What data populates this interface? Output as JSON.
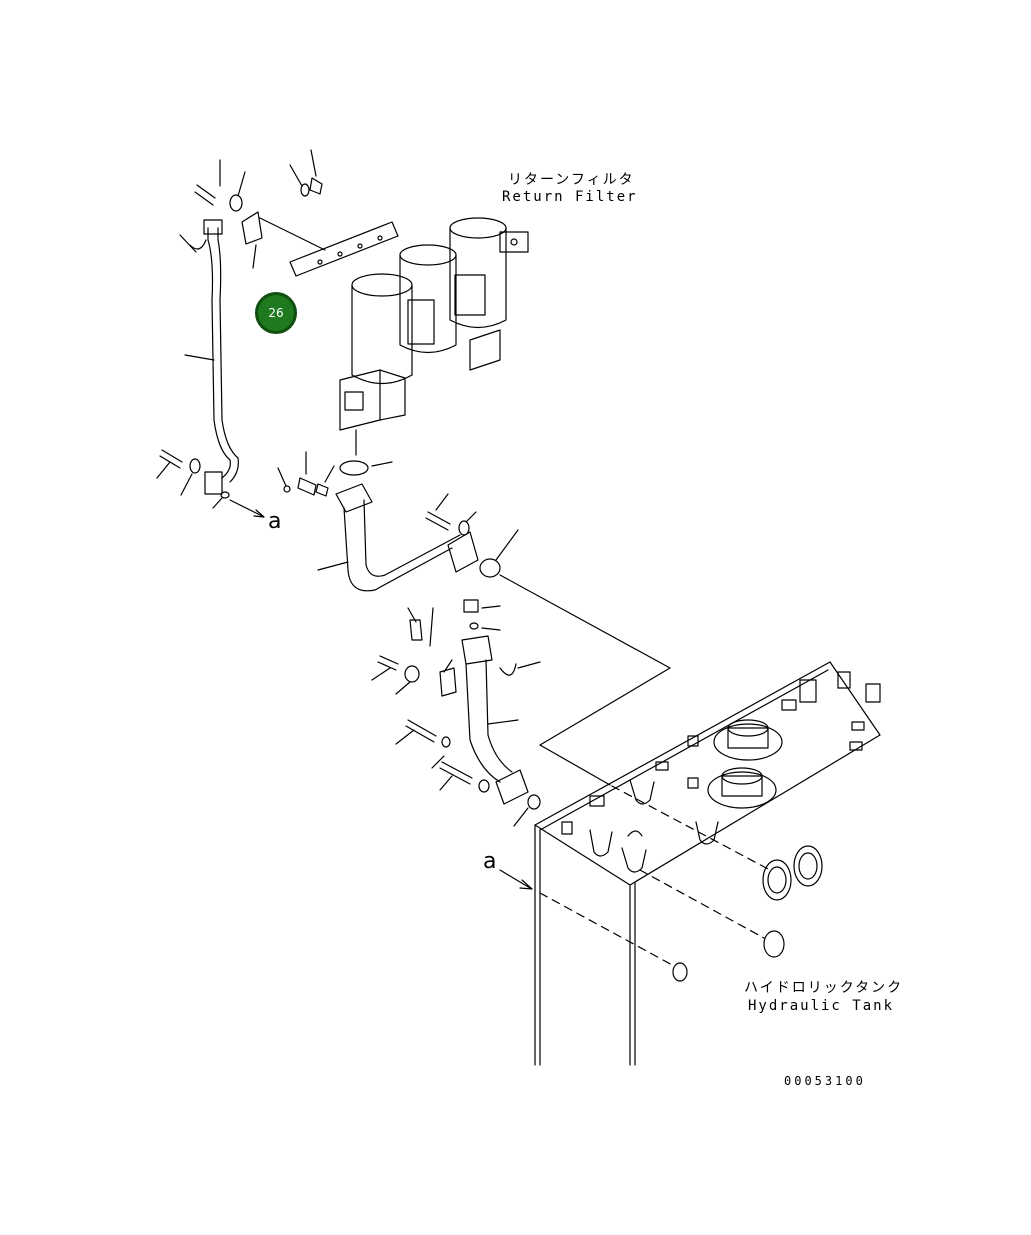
{
  "labels": {
    "return_filter_jp": "リターンフィルタ",
    "return_filter_en": "Return Filter",
    "hydraulic_tank_jp": "ハイドロリックタンク",
    "hydraulic_tank_en": "Hydraulic Tank",
    "drawing_number": "00053100",
    "ref_a_top": "a",
    "ref_a_bottom": "a"
  },
  "callout": {
    "number": "26",
    "color": "#1f7a1f"
  }
}
